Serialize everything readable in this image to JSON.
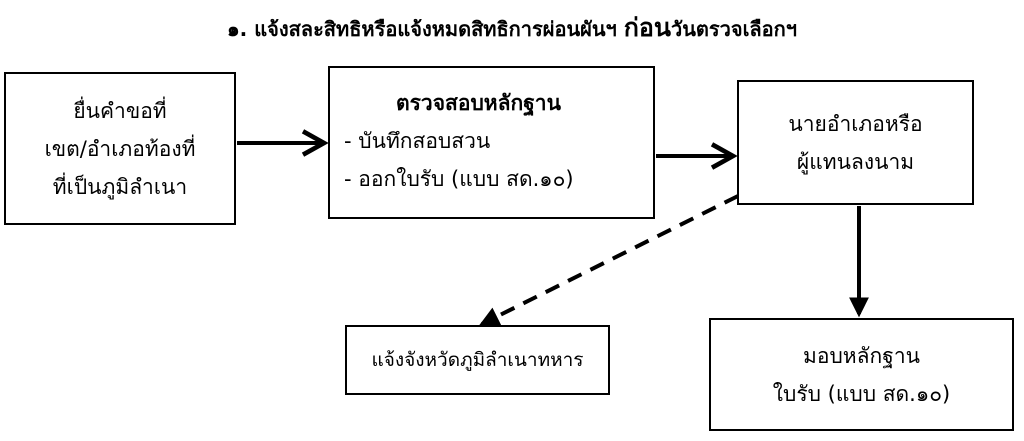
{
  "title": {
    "prefix": "๑. แจ้งสละสิทธิหรือแจ้งหมดสิทธิการผ่อนผันฯ ",
    "emphasis": "ก่อน",
    "suffix": "วันตรวจเลือกฯ"
  },
  "steps": {
    "submit": [
      "ยื่นคำขอที่",
      "เขต/อำเภอท้องที่",
      "ที่เป็นภูมิลำเนา"
    ],
    "verify": {
      "heading": "ตรวจสอบหลักฐาน",
      "items": [
        "- บันทึกสอบสวน",
        "- ออกใบรับ (แบบ สด.๑๐)"
      ]
    },
    "sign": [
      "นายอำเภอหรือ",
      "ผู้แทนลงนาม"
    ],
    "notify": "แจ้งจังหวัดภูมิลำเนาทหาร",
    "deliver": [
      "มอบหลักฐาน",
      "ใบรับ (แบบ สด.๑๐)"
    ]
  }
}
